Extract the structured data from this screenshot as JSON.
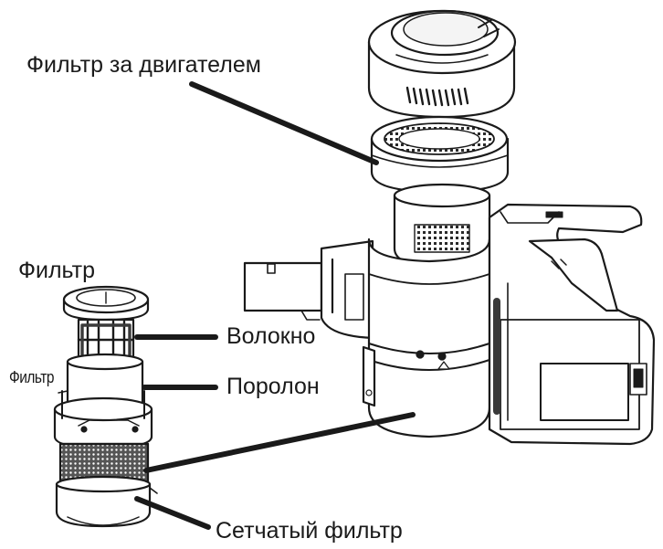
{
  "labels": {
    "motor_filter": "Фильтр за двигателем",
    "filter_top": "Фильтр",
    "filter_side": "Фильтр",
    "fiber": "Волокно",
    "foam": "Поролон",
    "mesh_filter": "Сетчатый фильтр"
  },
  "colors": {
    "line": "#1a1a1a",
    "fill": "#ffffff",
    "shade": "#3a3a3a"
  }
}
